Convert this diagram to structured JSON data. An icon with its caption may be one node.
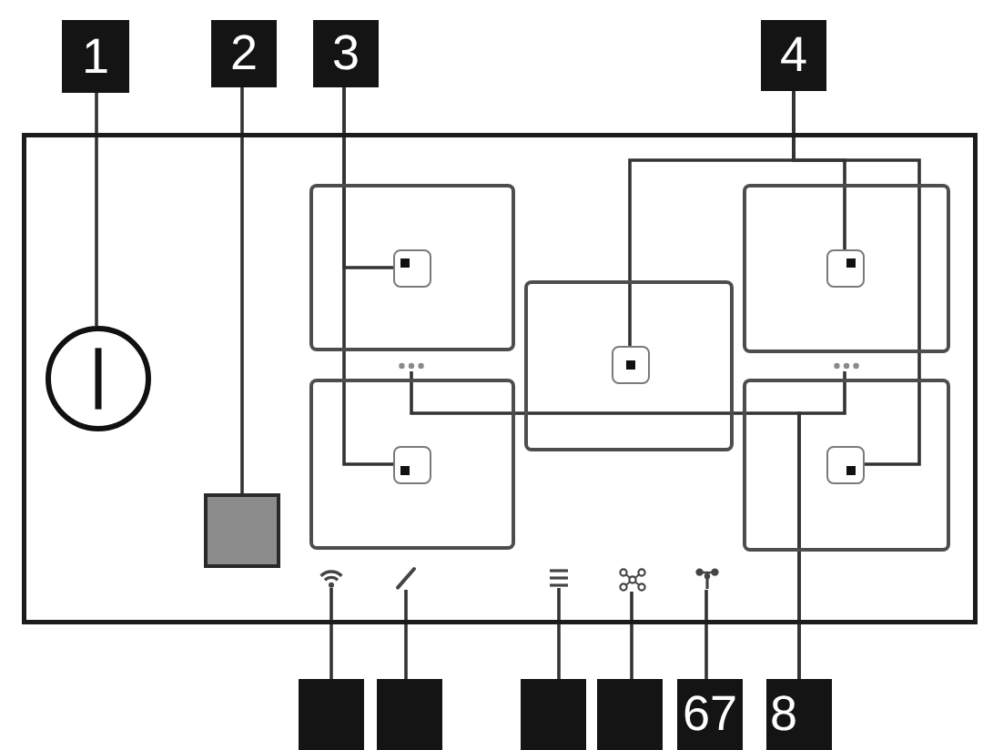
{
  "diagram": {
    "nodes": [
      {
        "text": [
          "1"
        ]
      },
      {
        "text": [
          "2"
        ]
      },
      {
        "text": [
          "3"
        ]
      },
      {
        "text": [
          "4"
        ]
      },
      {
        "text": [],
        "shape": "box"
      },
      {
        "text": [],
        "shape": "circle",
        "in": 4
      },
      {
        "text": [],
        "shape": "box",
        "in": 4
      },
      {
        "text": [],
        "shape": "box",
        "in": 6
      },
      {
        "text": [],
        "shape": "dots",
        "in": 4
      },
      {
        "text": [],
        "shape": "box",
        "in": 4
      },
      {
        "text": [],
        "shape": "box",
        "in": 9
      },
      {
        "text": [],
        "shape": "box",
        "in": 4
      },
      {
        "text": [],
        "shape": "box",
        "in": 4
      },
      {
        "text": [],
        "shape": "box",
        "in": 12
      },
      {
        "text": [],
        "shape": "box",
        "in": 4
      },
      {
        "text": [],
        "shape": "box",
        "in": 14
      },
      {
        "text": [],
        "shape": "dots",
        "in": 4
      },
      {
        "text": [],
        "shape": "box",
        "in": 4
      },
      {
        "text": [],
        "shape": "box",
        "in": 17
      },
      {
        "text": [],
        "shape": "picture",
        "in": 4
      },
      {
        "text": [],
        "shape": "picture",
        "in": 4
      },
      {
        "text": [],
        "shape": "picture",
        "in": 4
      },
      {
        "text": [],
        "shape": "picture",
        "in": 4
      },
      {
        "text": [],
        "shape": "picture",
        "in": 4
      },
      {
        "text": [],
        "shape": "box"
      },
      {
        "text": [],
        "shape": "box"
      },
      {
        "text": [],
        "shape": "box"
      },
      {
        "text": [],
        "shape": "box"
      },
      {
        "text": [
          "67"
        ]
      },
      {
        "text": [
          "8"
        ]
      }
    ],
    "edges": [
      {
        "from": 0,
        "to": 5,
        "arrow": "none"
      },
      {
        "from": 1,
        "to": 11,
        "arrow": "none"
      },
      {
        "from": 2,
        "to": 7,
        "arrow": "none"
      },
      {
        "from": 2,
        "to": 10,
        "arrow": "none"
      },
      {
        "from": 3,
        "to": 13,
        "arrow": "none"
      },
      {
        "from": 3,
        "to": 15,
        "arrow": "none"
      },
      {
        "from": 3,
        "to": 18,
        "arrow": "none"
      },
      {
        "from": 29,
        "to": 8,
        "arrow": "none"
      },
      {
        "from": 29,
        "to": 16,
        "arrow": "none"
      },
      {
        "from": 24,
        "to": 19,
        "arrow": "none"
      },
      {
        "from": 25,
        "to": 20,
        "arrow": "none"
      },
      {
        "from": 26,
        "to": 21,
        "arrow": "none"
      },
      {
        "from": 27,
        "to": 22,
        "arrow": "none"
      },
      {
        "from": 28,
        "to": 23,
        "arrow": "none"
      }
    ]
  }
}
